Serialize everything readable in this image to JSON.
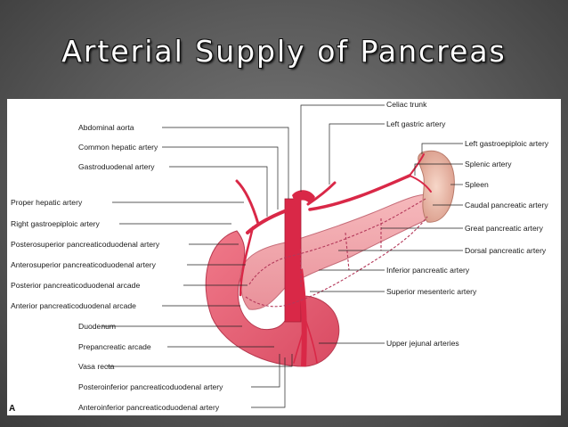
{
  "slide": {
    "title": "Arterial Supply of Pancreas"
  },
  "figure": {
    "panel_letter": "A",
    "labels_left": [
      "Abdominal aorta",
      "Common hepatic artery",
      "Gastroduodenal artery",
      "Proper hepatic artery",
      "Right gastroepiploic artery",
      "Posterosuperior pancreaticoduodenal artery",
      "Anterosuperior pancreaticoduodenal artery",
      "Posterior pancreaticoduodenal arcade",
      "Anterior pancreaticoduodenal arcade",
      "Duodenum",
      "Prepancreatic arcade",
      "Vasa recta",
      "Posteroinferior pancreaticoduodenal artery",
      "Anteroinferior pancreaticoduodenal artery"
    ],
    "labels_right": [
      "Celiac trunk",
      "Left gastric artery",
      "Left gastroepiploic artery",
      "Splenic artery",
      "Spleen",
      "Caudal pancreatic artery",
      "Great pancreatic artery",
      "Dorsal pancreatic artery",
      "Inferior pancreatic artery",
      "Superior mesenteric artery",
      "Upper jejunal arteries"
    ]
  }
}
